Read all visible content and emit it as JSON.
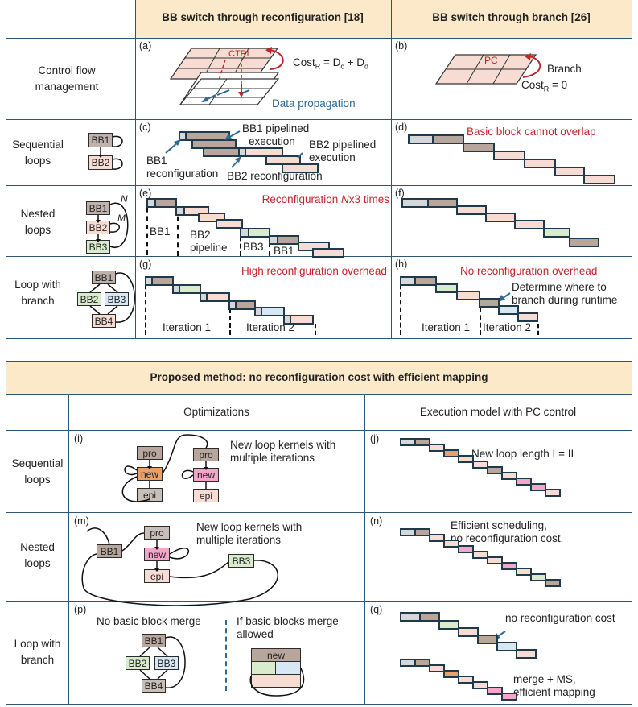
{
  "colors": {
    "header_bg": "#fbe9c9",
    "red": "#c0262c",
    "blue": "#2e6a96",
    "bb_gray": "#bfb1ab",
    "bb_brown": "#b8a59c",
    "peach": "#f6dcd3",
    "green": "#d8ebcc",
    "lightblue": "#d7e8f4",
    "orange": "#e8a06d",
    "pink": "#f2a6c8"
  },
  "top": {
    "col1_title": "BB switch through reconfiguration [18]",
    "col2_title": "BB switch through branch [26]",
    "rows": [
      "Control flow management",
      "Sequential loops",
      "Nested loops",
      "Loop with branch"
    ],
    "row_names": {
      "cfm": "Control flow management",
      "seq": "Sequential loops",
      "nested": "Nested loops",
      "branch": "Loop with branch"
    },
    "panel_a": {
      "tag": "(a)",
      "ctrl": "CTRL",
      "cost": "Cost",
      "sub": "R",
      "cost_rest": " = D",
      "dc": "c",
      "plus": " + D",
      "dd": "d",
      "data": "Data propagation"
    },
    "panel_b": {
      "tag": "(b)",
      "pc": "PC",
      "branch": "Branch",
      "cost": "Cost",
      "sub": "R",
      "rest": " = 0"
    },
    "panel_c": {
      "tag": "(c)",
      "bb1p": "BB1 pipelined",
      "exec1": "execution",
      "bb2p": "BB2 pipelined",
      "exec2": "execution",
      "bb1": "BB1",
      "reconf1": "reconfiguration",
      "bb2r": "BB2 reconfiguration"
    },
    "panel_d": {
      "tag": "(d)",
      "note": "Basic block cannot overlap"
    },
    "panel_e": {
      "tag": "(e)",
      "note_pre": "Reconfiguration ",
      "note_n": "N",
      "note_post": "x3 times",
      "bb1": "BB1",
      "bb2": "BB2",
      "pipeline": "pipeline",
      "bb3": "BB3",
      "bb1b": "BB1"
    },
    "panel_f": {
      "tag": "(f)"
    },
    "panel_g": {
      "tag": "(g)",
      "note": "High reconfiguration overhead",
      "it1": "Iteration 1",
      "it2": "Iteration 2"
    },
    "panel_h": {
      "tag": "(h)",
      "note": "No reconfiguration overhead",
      "det1": "Determine where to",
      "det2": "branch during runtime",
      "it1": "Iteration 1",
      "it2": "Iteration 2"
    },
    "cfg": {
      "bb1": "BB1",
      "bb2": "BB2",
      "bb3": "BB3",
      "bb4": "BB4",
      "n": "N",
      "m": "M"
    }
  },
  "bottom": {
    "title": "Proposed method: no reconfiguration cost with efficient mapping",
    "col1": "Optimizations",
    "col2": "Execution model with PC control",
    "rows": {
      "seq": "Sequential loops",
      "nested": "Nested loops",
      "branch": "Loop with branch"
    },
    "panel_i": {
      "tag": "(i)",
      "pro": "pro",
      "new": "new",
      "epi": "epi",
      "t1": "New loop kernels with",
      "t2": "multiple iterations"
    },
    "panel_j": {
      "tag": "(j)",
      "note": "New loop length L= II"
    },
    "panel_m": {
      "tag": "(m)",
      "bb1": "BB1",
      "pro": "pro",
      "new": "new",
      "epi": "epi",
      "bb3": "BB3",
      "t1": "New loop kernels with",
      "t2": "multiple iterations"
    },
    "panel_n": {
      "tag": "(n)",
      "t1": "Efficient scheduling,",
      "t2": "no reconfiguration cost."
    },
    "panel_p": {
      "tag": "(p)",
      "nomerge": "No basic block merge",
      "if1": "If basic blocks merge",
      "if2": "allowed",
      "new": "new",
      "bb1": "BB1",
      "bb2": "BB2",
      "bb3": "BB3",
      "bb4": "BB4"
    },
    "panel_q": {
      "tag": "(q)",
      "t1": "no reconfiguration cost",
      "t2": "merge + MS,",
      "t3": "efficient mapping"
    }
  }
}
